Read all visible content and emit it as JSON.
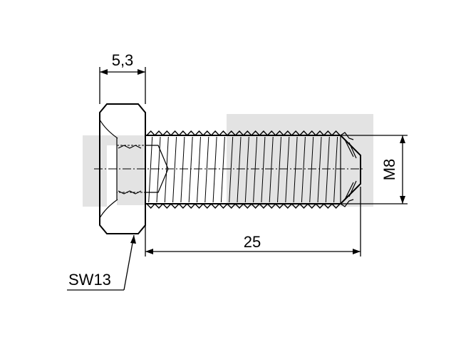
{
  "drawing": {
    "head_width_label": "5,3",
    "length_label": "25",
    "thread_label": "M8",
    "wrench_size_label": "SW13"
  },
  "colors": {
    "line": "#000000",
    "watermark": "#e3e3e3",
    "background": "#ffffff"
  }
}
